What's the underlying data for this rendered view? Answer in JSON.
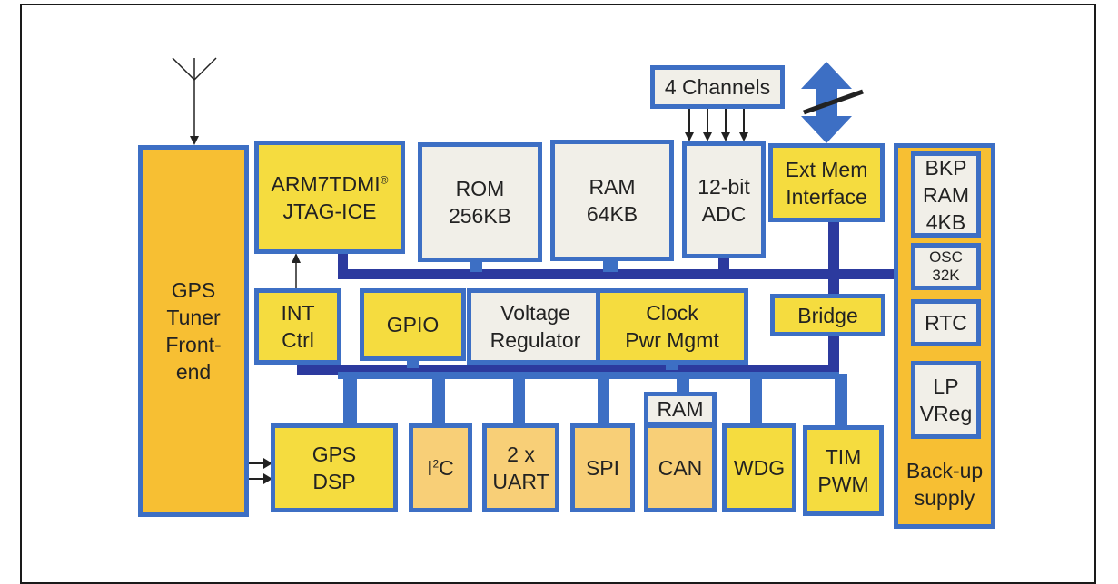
{
  "blocks": {
    "gps_tuner": [
      "GPS",
      "Tuner",
      "Front-",
      "end"
    ],
    "arm": {
      "line1": "ARM7TDMI",
      "reg": "®",
      "line2": "JTAG-ICE"
    },
    "rom": [
      "ROM",
      "256KB"
    ],
    "ram": [
      "RAM",
      "64KB"
    ],
    "adc": [
      "12-bit",
      "ADC"
    ],
    "ext_mem": [
      "Ext Mem",
      "Interface"
    ],
    "channels": "4 Channels",
    "bkp_ram": [
      "BKP",
      "RAM",
      "4KB"
    ],
    "osc": [
      "OSC",
      "32K"
    ],
    "rtc": "RTC",
    "lp_vreg": [
      "LP",
      "VReg"
    ],
    "backup_supply": [
      "Back-up",
      "supply"
    ],
    "int_ctrl": [
      "INT",
      "Ctrl"
    ],
    "gpio": "GPIO",
    "voltage_reg": [
      "Voltage",
      "Regulator"
    ],
    "clock_pwr": [
      "Clock",
      "Pwr Mgmt"
    ],
    "bridge": "Bridge",
    "gps_dsp": [
      "GPS",
      "DSP"
    ],
    "i2c": {
      "a": "I",
      "sup": "2",
      "b": "C"
    },
    "uart": [
      "2 x",
      "UART"
    ],
    "spi": "SPI",
    "can_ram": "RAM",
    "can": "CAN",
    "wdg": "WDG",
    "tim": [
      "TIM",
      "PWM"
    ]
  },
  "colors": {
    "border": "#3d6fc4",
    "bus": "#2c3a9e",
    "yellow": "#f5dc3f",
    "gray": "#f1efe8",
    "peach": "#f8cf77",
    "orange": "#f7bf33"
  }
}
